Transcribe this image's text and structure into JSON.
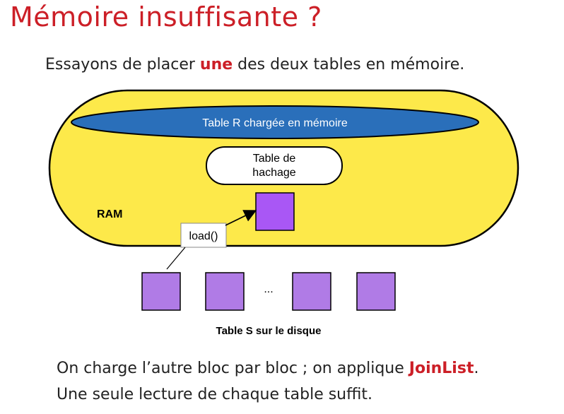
{
  "title": "Mémoire insuffisante ?",
  "intro": {
    "before": "Essayons de placer ",
    "emphasis": "une",
    "after": " des deux tables en mémoire."
  },
  "diagram": {
    "ram_label": "RAM",
    "table_r_label": "Table R chargée en mémoire",
    "hash_table_line1": "Table de",
    "hash_table_line2": "hachage",
    "load_label": "load()",
    "disk_ellipsis": "...",
    "disk_label": "Table S sur le disque",
    "colors": {
      "ram_fill": "#fde94a",
      "table_r_fill": "#2a6fba",
      "block_fill": "#b07be6",
      "active_block_fill": "#a957f5"
    }
  },
  "body": {
    "line1_before": "On charge l’autre bloc par bloc ; on applique ",
    "line1_emphasis": "JoinList",
    "line1_after": ".",
    "line2": "Une seule lecture de chaque table suffit."
  }
}
